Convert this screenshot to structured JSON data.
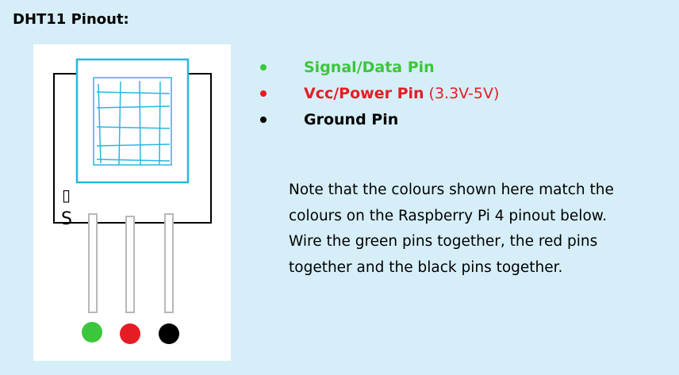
{
  "title": "DHT11 Pinout:",
  "sensor": {
    "marking_top": "▯",
    "marking_bottom": "S",
    "outline_color": "#000000",
    "sensor_color": "#29b6e0",
    "pin_color": "#b8b8b8"
  },
  "pins": [
    {
      "name": "Signal/Data Pin",
      "extra": "",
      "color": "#3cc63c",
      "dot_icon": "green-dot-icon"
    },
    {
      "name": "Vcc/Power Pin",
      "extra": "(3.3V-5V)",
      "color": "#e51c24",
      "dot_icon": "red-dot-icon"
    },
    {
      "name": "Ground Pin",
      "extra": "",
      "color": "#000000",
      "dot_icon": "black-dot-icon"
    }
  ],
  "note": {
    "lines": [
      "Note that the colours shown here match the",
      "colours on the Raspberry Pi 4 pinout below.",
      "Wire the green pins together, the red pins",
      "together and the black pins together."
    ]
  }
}
